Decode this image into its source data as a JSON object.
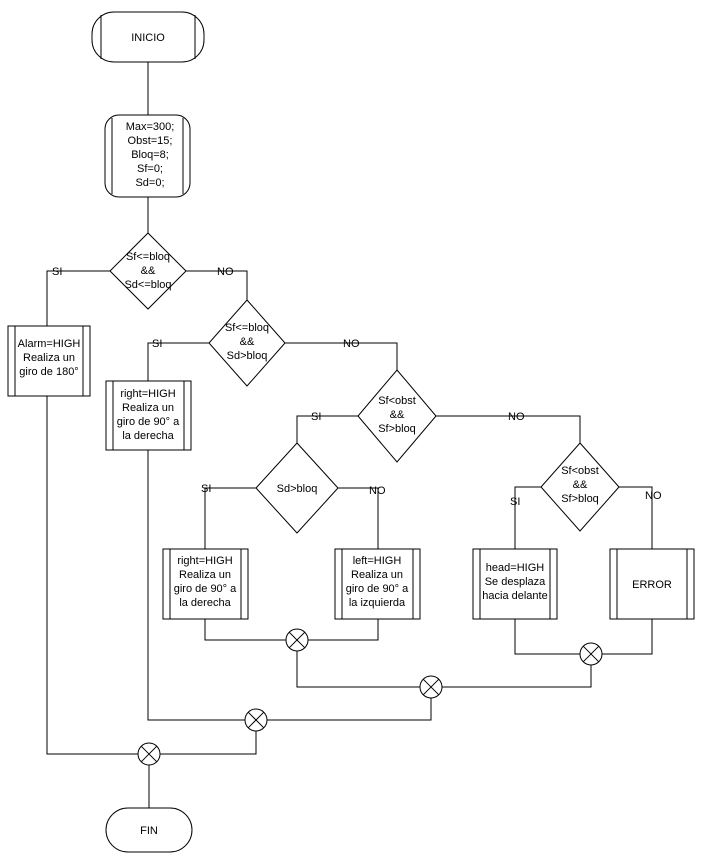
{
  "nodes": {
    "start": "INICIO",
    "init": [
      "Max=300;",
      "Obst=15;",
      "Bloq=8;",
      "Sf=0;",
      "Sd=0;"
    ],
    "d1": [
      "Sf<=bloq",
      "&&",
      "Sd<=bloq"
    ],
    "d2": [
      "Sf<=bloq",
      "&&",
      "Sd>bloq"
    ],
    "d3": [
      "Sf<obst",
      "&&",
      "Sf>bloq"
    ],
    "d4": [
      "Sd>bloq"
    ],
    "d5": [
      "Sf<obst",
      "&&",
      "Sf>bloq"
    ],
    "p1": [
      "Alarm=HIGH",
      "Realiza un",
      "giro de 180°"
    ],
    "p2": [
      "right=HIGH",
      "Realiza un",
      "giro de 90° a",
      "la derecha"
    ],
    "p3": [
      "right=HIGH",
      "Realiza un",
      "giro de 90° a",
      "la derecha"
    ],
    "p4": [
      "left=HIGH",
      "Realiza un",
      "giro de 90° a",
      "la izquierda"
    ],
    "p5": [
      "head=HIGH",
      "Se desplaza",
      "hacia delante"
    ],
    "p6": [
      "ERROR"
    ],
    "end": "FIN"
  },
  "labels": {
    "yes": "SI",
    "no": "NO"
  }
}
